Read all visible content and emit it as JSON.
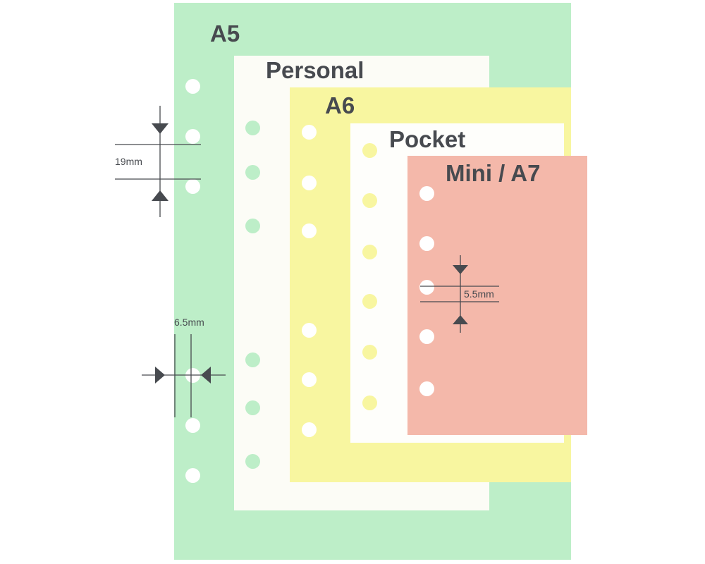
{
  "sheets": [
    {
      "id": "a5",
      "label": "A5",
      "color": "#bdeec8"
    },
    {
      "id": "personal",
      "label": "Personal",
      "color": "#fcfcf6"
    },
    {
      "id": "a6",
      "label": "A6",
      "color": "#f8f6a0"
    },
    {
      "id": "pocket",
      "label": "Pocket",
      "color": "#fefefb"
    },
    {
      "id": "mini",
      "label": "Mini / A7",
      "color": "#f4b8aa"
    }
  ],
  "dimensions": {
    "hole_spacing": "19mm",
    "hole_width": "6.5mm",
    "hole_diameter": "5.5mm"
  }
}
